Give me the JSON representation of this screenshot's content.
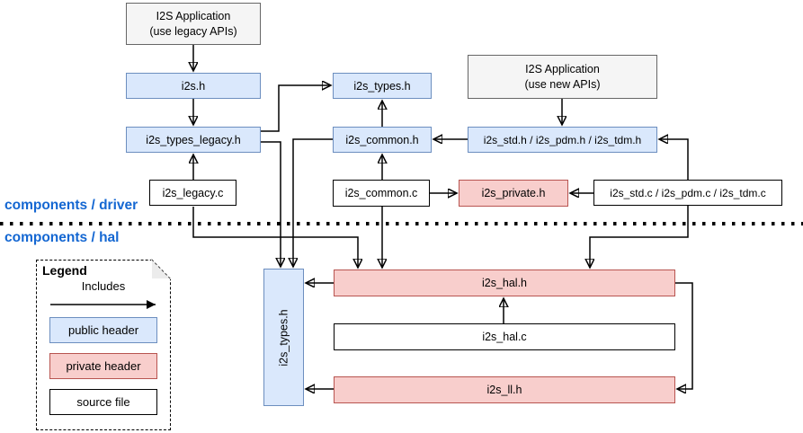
{
  "layers": {
    "driver_label": "components / driver",
    "hal_label": "components / hal"
  },
  "nodes": {
    "app_legacy": {
      "line1": "I2S Application",
      "line2": "(use legacy APIs)",
      "type": "application"
    },
    "i2s_h": {
      "label": "i2s.h",
      "type": "public header"
    },
    "i2s_types_legacy_h": {
      "label": "i2s_types_legacy.h",
      "type": "public header"
    },
    "i2s_legacy_c": {
      "label": "i2s_legacy.c",
      "type": "source file"
    },
    "i2s_types_h": {
      "label": "i2s_types.h",
      "type": "public header"
    },
    "i2s_common_h": {
      "label": "i2s_common.h",
      "type": "public header"
    },
    "i2s_common_c": {
      "label": "i2s_common.c",
      "type": "source file"
    },
    "app_new": {
      "line1": "I2S Application",
      "line2": "(use new APIs)",
      "type": "application"
    },
    "i2s_std_h": {
      "label": "i2s_std.h / i2s_pdm.h / i2s_tdm.h",
      "type": "public header"
    },
    "i2s_private_h": {
      "label": "i2s_private.h",
      "type": "private header"
    },
    "i2s_std_c": {
      "label": "i2s_std.c / i2s_pdm.c / i2s_tdm.c",
      "type": "source file"
    },
    "hal_types_h": {
      "label": "i2s_types.h",
      "type": "public header"
    },
    "i2s_hal_h": {
      "label": "i2s_hal.h",
      "type": "private header"
    },
    "i2s_hal_c": {
      "label": "i2s_hal.c",
      "type": "source file"
    },
    "i2s_ll_h": {
      "label": "i2s_ll.h",
      "type": "private header"
    }
  },
  "edges": [
    {
      "from": "I2S Application (use legacy APIs)",
      "to": "i2s.h",
      "relation": "includes"
    },
    {
      "from": "i2s.h",
      "to": "i2s_types_legacy.h",
      "relation": "includes"
    },
    {
      "from": "i2s_legacy.c",
      "to": "i2s_types_legacy.h",
      "relation": "includes"
    },
    {
      "from": "i2s_types_legacy.h",
      "to": "i2s_types.h (driver)",
      "relation": "includes"
    },
    {
      "from": "i2s_types_legacy.h",
      "to": "i2s_types.h (hal)",
      "relation": "includes"
    },
    {
      "from": "i2s_common.h",
      "to": "i2s_types.h (driver)",
      "relation": "includes"
    },
    {
      "from": "i2s_common.h",
      "to": "i2s_types.h (hal)",
      "relation": "includes"
    },
    {
      "from": "i2s_common.c",
      "to": "i2s_common.h",
      "relation": "includes"
    },
    {
      "from": "i2s_common.c",
      "to": "i2s_private.h",
      "relation": "includes"
    },
    {
      "from": "I2S Application (use new APIs)",
      "to": "i2s_std.h / i2s_pdm.h / i2s_tdm.h",
      "relation": "includes"
    },
    {
      "from": "i2s_std.h / i2s_pdm.h / i2s_tdm.h",
      "to": "i2s_common.h",
      "relation": "includes"
    },
    {
      "from": "i2s_std.c / i2s_pdm.c / i2s_tdm.c",
      "to": "i2s_std.h / i2s_pdm.h / i2s_tdm.h",
      "relation": "includes"
    },
    {
      "from": "i2s_std.c / i2s_pdm.c / i2s_tdm.c",
      "to": "i2s_private.h",
      "relation": "includes"
    },
    {
      "from": "i2s_legacy.c",
      "to": "i2s_hal.h",
      "relation": "includes"
    },
    {
      "from": "i2s_common.c",
      "to": "i2s_hal.h",
      "relation": "includes"
    },
    {
      "from": "i2s_std.c / i2s_pdm.c / i2s_tdm.c",
      "to": "i2s_hal.h",
      "relation": "includes"
    },
    {
      "from": "i2s_hal.h",
      "to": "i2s_types.h (hal)",
      "relation": "includes"
    },
    {
      "from": "i2s_ll.h",
      "to": "i2s_types.h (hal)",
      "relation": "includes"
    },
    {
      "from": "i2s_hal.c",
      "to": "i2s_hal.h",
      "relation": "includes"
    },
    {
      "from": "i2s_hal.h",
      "to": "i2s_ll.h",
      "relation": "includes"
    }
  ],
  "legend": {
    "title": "Legend",
    "includes_label": "Includes",
    "public_label": "public header",
    "private_label": "private header",
    "source_label": "source file"
  },
  "colors": {
    "public_header_fill": "#dae8fc",
    "public_header_border": "#6c8ebf",
    "private_header_fill": "#f8cecc",
    "private_header_border": "#b85450",
    "application_fill": "#f5f5f5",
    "application_border": "#666666",
    "source_file_fill": "#ffffff",
    "source_file_border": "#000000",
    "layer_label_text": "#1467d2",
    "edge_stroke": "#000000"
  }
}
